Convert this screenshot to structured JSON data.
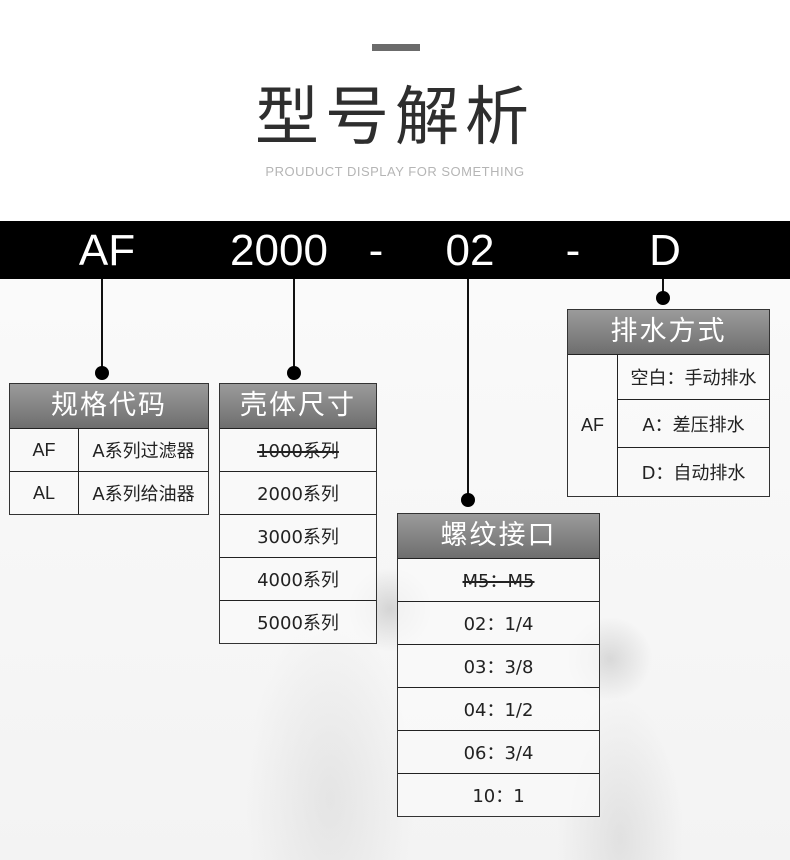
{
  "header": {
    "title": "型号解析",
    "subtitle": "PROUDUCT DISPLAY FOR SOMETHING"
  },
  "code_bar": {
    "segments": [
      "AF",
      "2000",
      "-",
      "02",
      "-",
      "D"
    ]
  },
  "tables": {
    "spec_code": {
      "title": "规格代码",
      "rows": [
        {
          "code": "AF",
          "desc": "A系列过滤器"
        },
        {
          "code": "AL",
          "desc": "A系列给油器"
        }
      ]
    },
    "body_size": {
      "title": "壳体尺寸",
      "rows": [
        {
          "label": "1000系列",
          "struck": true
        },
        {
          "label": "2000系列",
          "struck": false
        },
        {
          "label": "3000系列",
          "struck": false
        },
        {
          "label": "4000系列",
          "struck": false
        },
        {
          "label": "5000系列",
          "struck": false
        }
      ]
    },
    "drain_method": {
      "title": "排水方式",
      "code": "AF",
      "rows": [
        {
          "label": "空白：手动排水"
        },
        {
          "label": "A：差压排水"
        },
        {
          "label": "D：自动排水"
        }
      ]
    },
    "thread_port": {
      "title": "螺纹接口",
      "rows": [
        {
          "label": "M5：M5",
          "struck": true
        },
        {
          "label": "02：1/4",
          "struck": false
        },
        {
          "label": "03：3/8",
          "struck": false
        },
        {
          "label": "04：1/2",
          "struck": false
        },
        {
          "label": "06：3/4",
          "struck": false
        },
        {
          "label": "10：1",
          "struck": false
        }
      ]
    }
  },
  "colors": {
    "bar": "#000000",
    "table_header": "#808080",
    "title": "#2e2e2e",
    "subtitle": "#b5b5b5"
  }
}
